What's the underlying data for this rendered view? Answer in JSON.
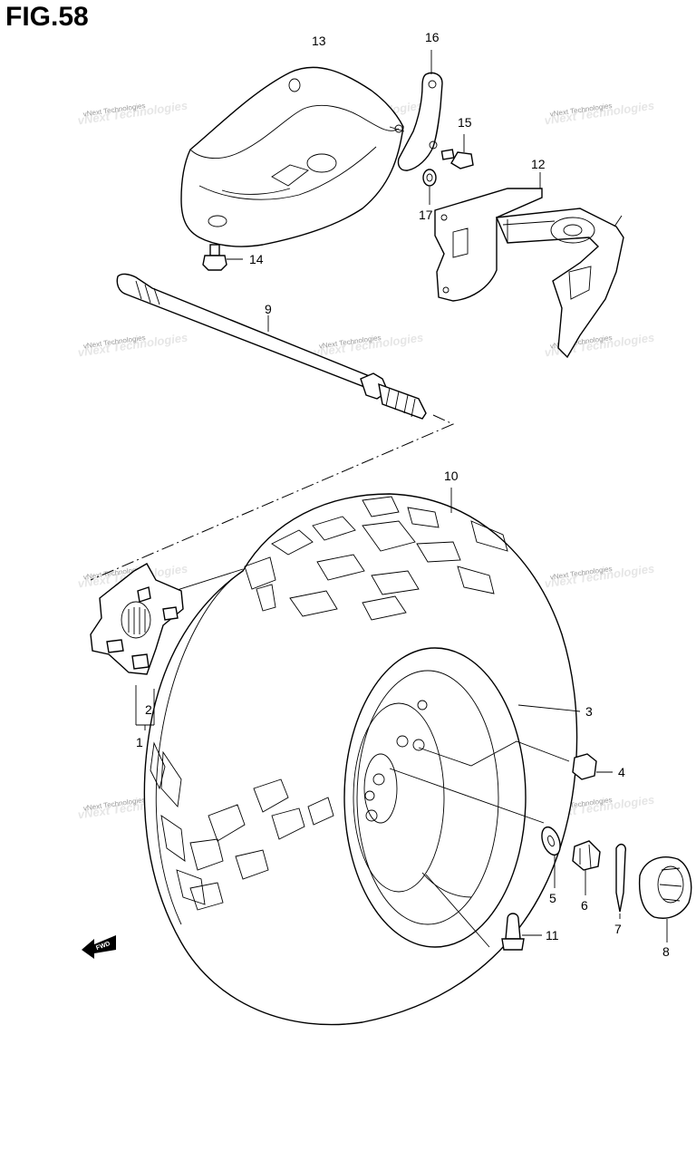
{
  "figure": {
    "title": "FIG.58"
  },
  "watermark": {
    "text": "vNext Technologies"
  },
  "callouts": [
    {
      "id": "13",
      "label": "13"
    },
    {
      "id": "16",
      "label": "16"
    },
    {
      "id": "15",
      "label": "15"
    },
    {
      "id": "12",
      "label": "12"
    },
    {
      "id": "17",
      "label": "17"
    },
    {
      "id": "14",
      "label": "14"
    },
    {
      "id": "9",
      "label": "9"
    },
    {
      "id": "10",
      "label": "10"
    },
    {
      "id": "2",
      "label": "2"
    },
    {
      "id": "1",
      "label": "1"
    },
    {
      "id": "3",
      "label": "3"
    },
    {
      "id": "4",
      "label": "4"
    },
    {
      "id": "5",
      "label": "5"
    },
    {
      "id": "6",
      "label": "6"
    },
    {
      "id": "7",
      "label": "7"
    },
    {
      "id": "8",
      "label": "8"
    },
    {
      "id": "11",
      "label": "11"
    }
  ],
  "direction_badge": {
    "label": "FWD"
  }
}
